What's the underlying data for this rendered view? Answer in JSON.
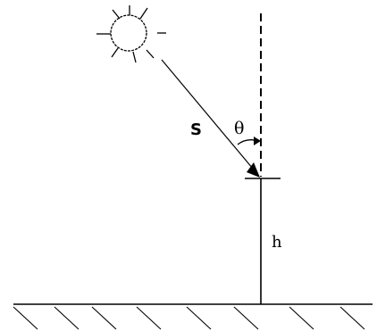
{
  "labels": {
    "vector": "S",
    "angle": "θ",
    "height": "h"
  },
  "colors": {
    "stroke": "#000000",
    "background": "#ffffff"
  }
}
